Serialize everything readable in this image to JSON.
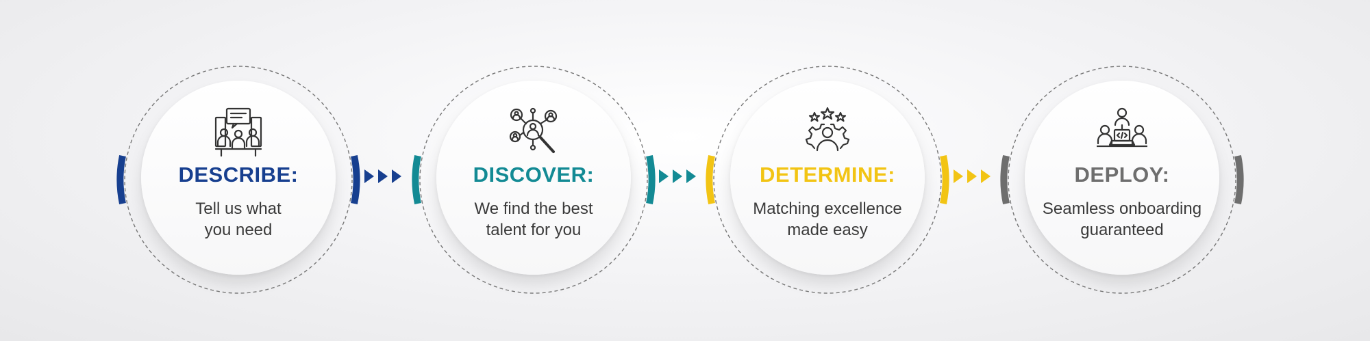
{
  "steps": [
    {
      "title": "DESCRIBE:",
      "line1": "Tell us what",
      "line2": "you need",
      "color": "#173f8f",
      "icon": "meeting-icon"
    },
    {
      "title": "DISCOVER:",
      "line1": "We find the best",
      "line2": "talent for you",
      "color": "#138a94",
      "icon": "search-people-icon"
    },
    {
      "title": "DETERMINE:",
      "line1": "Matching excellence",
      "line2": "made easy",
      "color": "#f2c414",
      "icon": "rated-person-gear-icon"
    },
    {
      "title": "DEPLOY:",
      "line1": "Seamless onboarding",
      "line2": "guaranteed",
      "color": "#6e6e6e",
      "icon": "team-laptop-icon"
    }
  ]
}
